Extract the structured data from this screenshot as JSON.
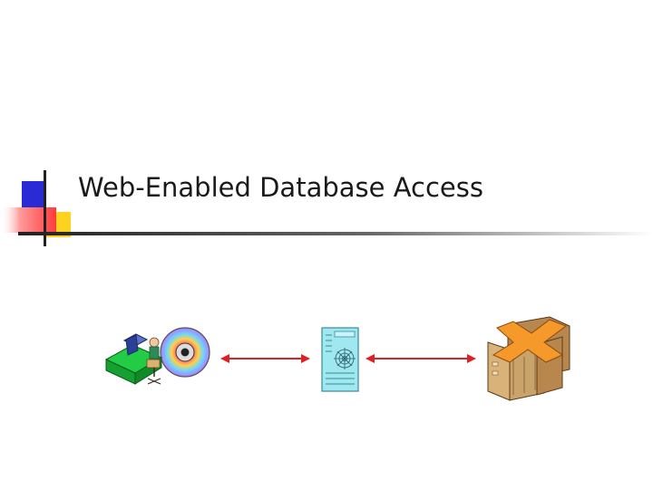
{
  "slide": {
    "title": "Web-Enabled Database Access"
  },
  "diagram": {
    "nodes": [
      {
        "id": "client",
        "icon": "computer-user-with-cd-icon"
      },
      {
        "id": "web-server",
        "icon": "web-page-icon"
      },
      {
        "id": "database",
        "icon": "database-server-icon"
      }
    ],
    "edges": [
      {
        "from": "client",
        "to": "web-server",
        "style": "bidirectional-arrow"
      },
      {
        "from": "web-server",
        "to": "database",
        "style": "bidirectional-arrow"
      }
    ]
  },
  "colors": {
    "title_text": "#1a1a1a",
    "accent_blue": "#2b2bd6",
    "accent_red": "#ff3b3b",
    "accent_yellow": "#ffd21f",
    "arrow_red": "#e02020",
    "desk_green": "#22cc44",
    "page_cyan": "#9fe8f0",
    "server_tan": "#caa36b",
    "server_orange": "#f59a2a"
  }
}
